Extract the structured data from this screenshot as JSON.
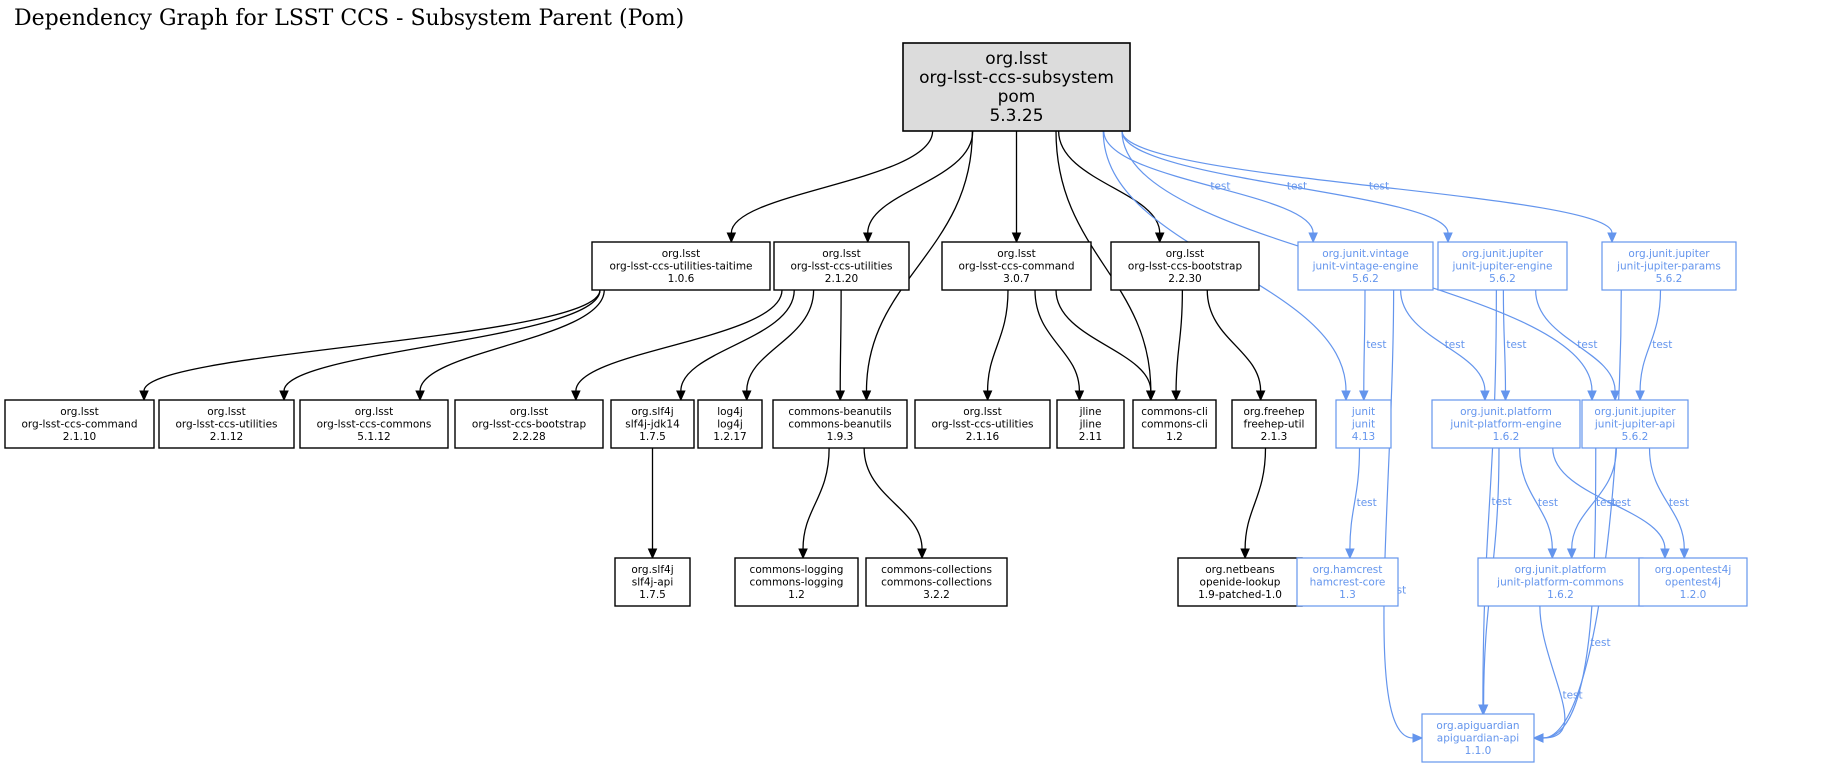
{
  "title": "Dependency Graph for LSST CCS - Subsystem Parent (Pom)",
  "colors": {
    "compile_edge": "#000000",
    "test_edge": "#6495ed",
    "root_fill": "#dcdcdc"
  },
  "nodes": [
    {
      "id": "root",
      "lines": [
        "org.lsst",
        "org-lsst-ccs-subsystem",
        "pom",
        "5.3.25"
      ],
      "scope": "root"
    },
    {
      "id": "taitime",
      "lines": [
        "org.lsst",
        "org-lsst-ccs-utilities-taitime",
        "1.0.6"
      ],
      "scope": "compile"
    },
    {
      "id": "utilities2120",
      "lines": [
        "org.lsst",
        "org-lsst-ccs-utilities",
        "2.1.20"
      ],
      "scope": "compile"
    },
    {
      "id": "command307",
      "lines": [
        "org.lsst",
        "org-lsst-ccs-command",
        "3.0.7"
      ],
      "scope": "compile"
    },
    {
      "id": "bootstrap2230",
      "lines": [
        "org.lsst",
        "org-lsst-ccs-bootstrap",
        "2.2.30"
      ],
      "scope": "compile"
    },
    {
      "id": "vintage",
      "lines": [
        "org.junit.vintage",
        "junit-vintage-engine",
        "5.6.2"
      ],
      "scope": "test"
    },
    {
      "id": "jupiterEngine",
      "lines": [
        "org.junit.jupiter",
        "junit-jupiter-engine",
        "5.6.2"
      ],
      "scope": "test"
    },
    {
      "id": "jupiterParams",
      "lines": [
        "org.junit.jupiter",
        "junit-jupiter-params",
        "5.6.2"
      ],
      "scope": "test"
    },
    {
      "id": "command2110",
      "lines": [
        "org.lsst",
        "org-lsst-ccs-command",
        "2.1.10"
      ],
      "scope": "compile"
    },
    {
      "id": "utilities2112",
      "lines": [
        "org.lsst",
        "org-lsst-ccs-utilities",
        "2.1.12"
      ],
      "scope": "compile"
    },
    {
      "id": "commons5112",
      "lines": [
        "org.lsst",
        "org-lsst-ccs-commons",
        "5.1.12"
      ],
      "scope": "compile"
    },
    {
      "id": "bootstrap2228",
      "lines": [
        "org.lsst",
        "org-lsst-ccs-bootstrap",
        "2.2.28"
      ],
      "scope": "compile"
    },
    {
      "id": "slf4jJdk14",
      "lines": [
        "org.slf4j",
        "slf4j-jdk14",
        "1.7.5"
      ],
      "scope": "compile"
    },
    {
      "id": "log4j",
      "lines": [
        "log4j",
        "log4j",
        "1.2.17"
      ],
      "scope": "compile"
    },
    {
      "id": "beanutils",
      "lines": [
        "commons-beanutils",
        "commons-beanutils",
        "1.9.3"
      ],
      "scope": "compile"
    },
    {
      "id": "utilities2116",
      "lines": [
        "org.lsst",
        "org-lsst-ccs-utilities",
        "2.1.16"
      ],
      "scope": "compile"
    },
    {
      "id": "jline",
      "lines": [
        "jline",
        "jline",
        "2.11"
      ],
      "scope": "compile"
    },
    {
      "id": "commonsCli",
      "lines": [
        "commons-cli",
        "commons-cli",
        "1.2"
      ],
      "scope": "compile"
    },
    {
      "id": "freehep",
      "lines": [
        "org.freehep",
        "freehep-util",
        "2.1.3"
      ],
      "scope": "compile"
    },
    {
      "id": "junit",
      "lines": [
        "junit",
        "junit",
        "4.13"
      ],
      "scope": "test"
    },
    {
      "id": "platformEngine",
      "lines": [
        "org.junit.platform",
        "junit-platform-engine",
        "1.6.2"
      ],
      "scope": "test"
    },
    {
      "id": "jupiterApi",
      "lines": [
        "org.junit.jupiter",
        "junit-jupiter-api",
        "5.6.2"
      ],
      "scope": "test"
    },
    {
      "id": "slf4jApi",
      "lines": [
        "org.slf4j",
        "slf4j-api",
        "1.7.5"
      ],
      "scope": "compile"
    },
    {
      "id": "logging",
      "lines": [
        "commons-logging",
        "commons-logging",
        "1.2"
      ],
      "scope": "compile"
    },
    {
      "id": "collections",
      "lines": [
        "commons-collections",
        "commons-collections",
        "3.2.2"
      ],
      "scope": "compile"
    },
    {
      "id": "openide",
      "lines": [
        "org.netbeans",
        "openide-lookup",
        "1.9-patched-1.0"
      ],
      "scope": "compile"
    },
    {
      "id": "hamcrest",
      "lines": [
        "org.hamcrest",
        "hamcrest-core",
        "1.3"
      ],
      "scope": "test"
    },
    {
      "id": "platformCommons",
      "lines": [
        "org.junit.platform",
        "junit-platform-commons",
        "1.6.2"
      ],
      "scope": "test"
    },
    {
      "id": "opentest4j",
      "lines": [
        "org.opentest4j",
        "opentest4j",
        "1.2.0"
      ],
      "scope": "test"
    },
    {
      "id": "apiguardian",
      "lines": [
        "org.apiguardian",
        "apiguardian-api",
        "1.1.0"
      ],
      "scope": "test"
    }
  ],
  "edges": [
    {
      "from": "root",
      "to": "taitime",
      "label": ""
    },
    {
      "from": "root",
      "to": "utilities2120",
      "label": ""
    },
    {
      "from": "root",
      "to": "beanutils",
      "label": ""
    },
    {
      "from": "root",
      "to": "command307",
      "label": ""
    },
    {
      "from": "root",
      "to": "commonsCli",
      "label": ""
    },
    {
      "from": "root",
      "to": "bootstrap2230",
      "label": ""
    },
    {
      "from": "root",
      "to": "junit",
      "label": "test"
    },
    {
      "from": "root",
      "to": "vintage",
      "label": "test"
    },
    {
      "from": "root",
      "to": "jupiterEngine",
      "label": "test"
    },
    {
      "from": "root",
      "to": "jupiterApi",
      "label": "test"
    },
    {
      "from": "root",
      "to": "jupiterParams",
      "label": "test"
    },
    {
      "from": "taitime",
      "to": "command2110",
      "label": ""
    },
    {
      "from": "taitime",
      "to": "utilities2112",
      "label": ""
    },
    {
      "from": "taitime",
      "to": "commons5112",
      "label": ""
    },
    {
      "from": "utilities2120",
      "to": "bootstrap2228",
      "label": ""
    },
    {
      "from": "utilities2120",
      "to": "slf4jJdk14",
      "label": ""
    },
    {
      "from": "utilities2120",
      "to": "log4j",
      "label": ""
    },
    {
      "from": "utilities2120",
      "to": "beanutils",
      "label": ""
    },
    {
      "from": "command307",
      "to": "utilities2116",
      "label": ""
    },
    {
      "from": "command307",
      "to": "jline",
      "label": ""
    },
    {
      "from": "command307",
      "to": "commonsCli",
      "label": ""
    },
    {
      "from": "bootstrap2230",
      "to": "commonsCli",
      "label": ""
    },
    {
      "from": "bootstrap2230",
      "to": "freehep",
      "label": ""
    },
    {
      "from": "slf4jJdk14",
      "to": "slf4jApi",
      "label": ""
    },
    {
      "from": "beanutils",
      "to": "logging",
      "label": ""
    },
    {
      "from": "beanutils",
      "to": "collections",
      "label": ""
    },
    {
      "from": "freehep",
      "to": "openide",
      "label": ""
    },
    {
      "from": "vintage",
      "to": "junit",
      "label": "test"
    },
    {
      "from": "vintage",
      "to": "platformEngine",
      "label": "test"
    },
    {
      "from": "vintage",
      "to": "apiguardian",
      "label": "test"
    },
    {
      "from": "jupiterEngine",
      "to": "platformEngine",
      "label": "test"
    },
    {
      "from": "jupiterEngine",
      "to": "jupiterApi",
      "label": "test"
    },
    {
      "from": "jupiterEngine",
      "to": "apiguardian",
      "label": "test"
    },
    {
      "from": "jupiterParams",
      "to": "jupiterApi",
      "label": "test"
    },
    {
      "from": "jupiterParams",
      "to": "apiguardian",
      "label": "test"
    },
    {
      "from": "junit",
      "to": "hamcrest",
      "label": "test"
    },
    {
      "from": "platformEngine",
      "to": "platformCommons",
      "label": "test"
    },
    {
      "from": "platformEngine",
      "to": "opentest4j",
      "label": "test"
    },
    {
      "from": "platformEngine",
      "to": "apiguardian",
      "label": "test"
    },
    {
      "from": "jupiterApi",
      "to": "platformCommons",
      "label": "test"
    },
    {
      "from": "jupiterApi",
      "to": "opentest4j",
      "label": "test"
    },
    {
      "from": "jupiterApi",
      "to": "apiguardian",
      "label": "test"
    },
    {
      "from": "platformCommons",
      "to": "apiguardian",
      "label": "test"
    }
  ]
}
